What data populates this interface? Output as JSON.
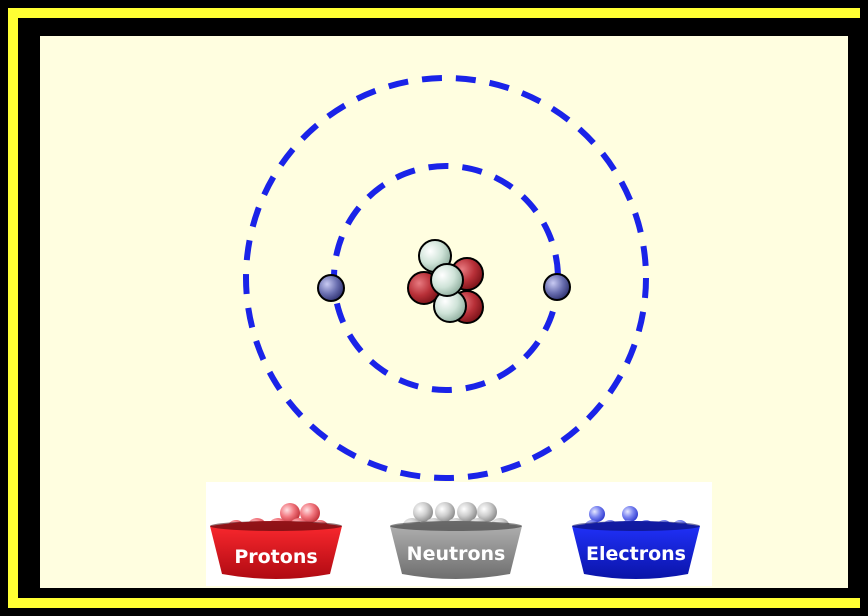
{
  "colors": {
    "border_yellow": "#ffff33",
    "background": "#fffee0",
    "orbit": "#1a23e8",
    "proton": "#c0303a",
    "neutron": "#cfe3d8",
    "electron": "#6a6fb0"
  },
  "atom": {
    "protons_in_nucleus": 3,
    "neutrons_in_nucleus": 3,
    "electrons": 2,
    "shells": 2
  },
  "buckets": [
    {
      "label": "Protons",
      "color": "#d9141d",
      "ball_color": "#f47c84"
    },
    {
      "label": "Neutrons",
      "color": "#9a9a9a",
      "ball_color": "#d0d0d0"
    },
    {
      "label": "Electrons",
      "color": "#1020e0",
      "ball_color": "#7d86f0"
    }
  ]
}
